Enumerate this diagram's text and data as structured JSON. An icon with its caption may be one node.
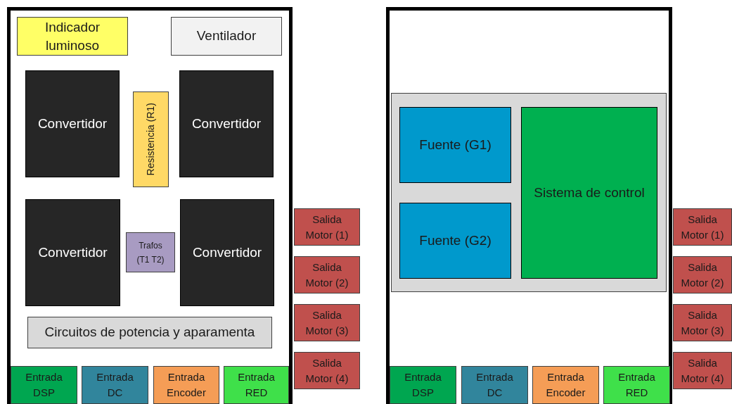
{
  "diagram": {
    "nodes": [
      {
        "text": [],
        "shape": "box"
      },
      {
        "text": [
          "Indicador luminoso"
        ],
        "in": 0
      },
      {
        "text": [
          "Ventilador"
        ],
        "in": 0
      },
      {
        "text": [
          "Convertidor"
        ],
        "in": 0
      },
      {
        "text": [
          "Resistencia (R1)"
        ],
        "in": 0
      },
      {
        "text": [
          "Convertidor"
        ],
        "in": 0
      },
      {
        "text": [
          "Convertidor"
        ],
        "in": 0
      },
      {
        "text": [
          "Trafos (T1 T2)"
        ],
        "in": 0
      },
      {
        "text": [
          "Convertidor"
        ],
        "in": 0
      },
      {
        "text": [
          "Circuitos de potencia y aparamenta"
        ],
        "in": 0
      },
      {
        "text": [
          "Entrada DSP"
        ],
        "in": 0
      },
      {
        "text": [
          "Entrada DC"
        ],
        "in": 0
      },
      {
        "text": [
          "Entrada Encoder"
        ],
        "in": 0
      },
      {
        "text": [
          "Entrada RED"
        ],
        "in": 0
      },
      {
        "text": [
          "Salida Motor (1)"
        ]
      },
      {
        "text": [
          "Salida Motor (2)"
        ]
      },
      {
        "text": [
          "Salida Motor (3)"
        ]
      },
      {
        "text": [
          "Salida Motor (4)"
        ]
      },
      {
        "text": [],
        "shape": "box"
      },
      {
        "text": [],
        "shape": "box",
        "in": 18
      },
      {
        "text": [
          "Fuente (G1)"
        ],
        "in": 19
      },
      {
        "text": [
          "Fuente (G2)"
        ],
        "in": 19
      },
      {
        "text": [
          "Sistema de control"
        ],
        "in": 19
      },
      {
        "text": [
          "Entrada DSP"
        ],
        "in": 18
      },
      {
        "text": [
          "Entrada DC"
        ],
        "in": 18
      },
      {
        "text": [
          "Entrada Encoder"
        ],
        "in": 18
      },
      {
        "text": [
          "Entrada RED"
        ],
        "in": 18
      },
      {
        "text": [
          "Salida Motor (1)"
        ]
      },
      {
        "text": [
          "Salida Motor (2)"
        ]
      },
      {
        "text": [
          "Salida Motor (3)"
        ]
      },
      {
        "text": [
          "Salida Motor (4)"
        ]
      }
    ]
  }
}
